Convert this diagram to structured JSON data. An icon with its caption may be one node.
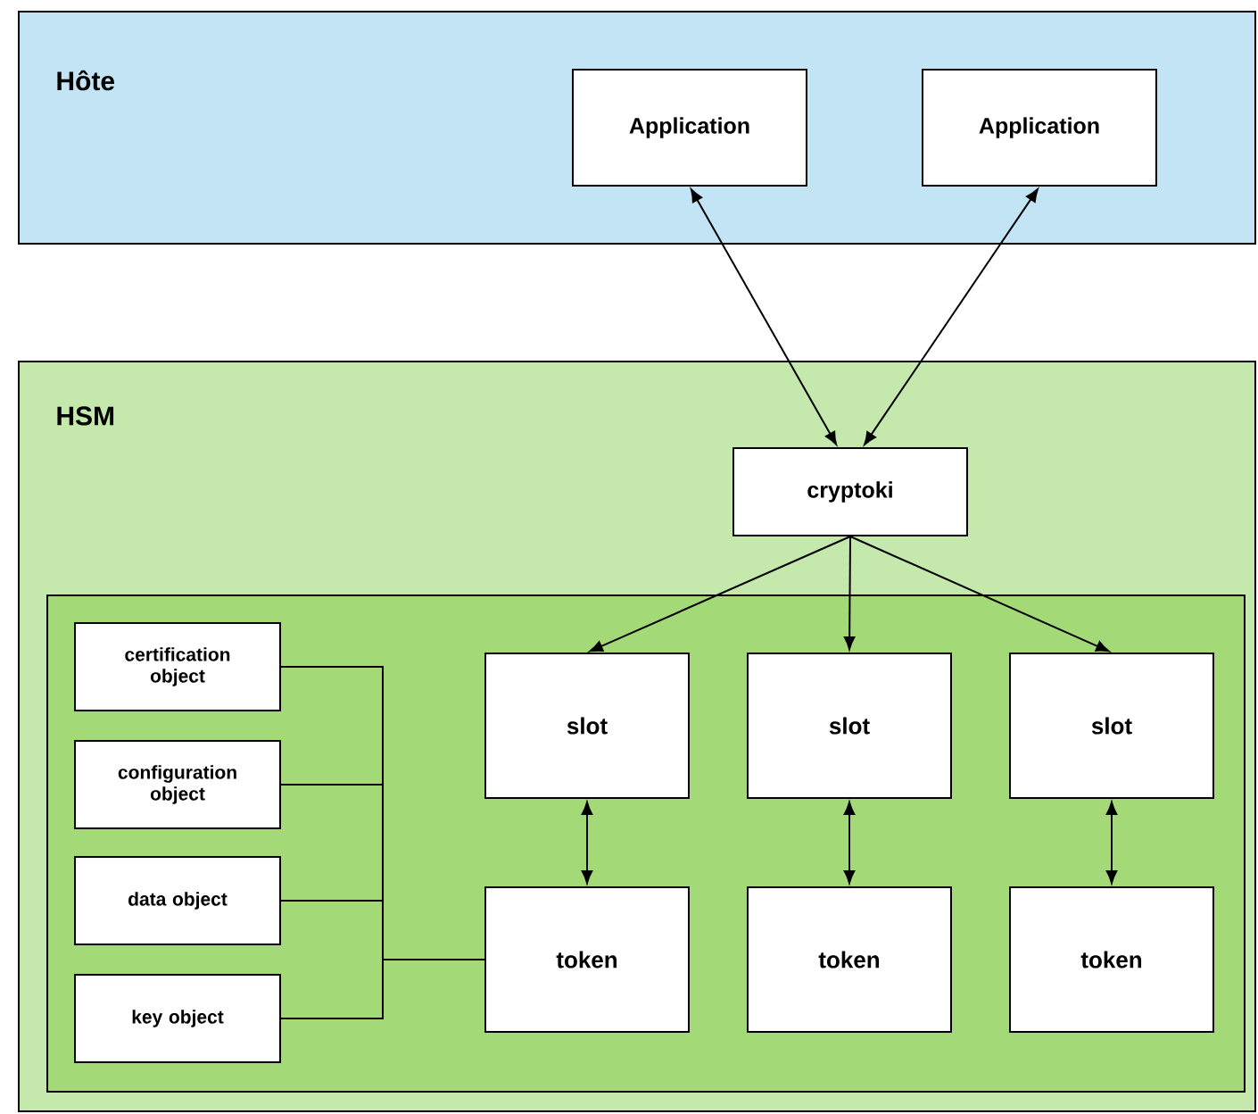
{
  "diagram": {
    "nodes": [
      {
        "text": [
          "Hôte"
        ]
      },
      {
        "text": [
          "Application"
        ],
        "in": 0
      },
      {
        "text": [
          "Application"
        ],
        "in": 0
      },
      {
        "text": [
          "HSM"
        ]
      },
      {
        "text": [
          "cryptoki"
        ],
        "in": 3
      },
      {
        "text": [],
        "shape": "box",
        "in": 3
      },
      {
        "text": [
          "certification object"
        ],
        "in": 5
      },
      {
        "text": [
          "configuration object"
        ],
        "in": 5
      },
      {
        "text": [
          "data object"
        ],
        "in": 5
      },
      {
        "text": [
          "key object"
        ],
        "in": 5
      },
      {
        "text": [
          "slot"
        ],
        "in": 5
      },
      {
        "text": [
          "slot"
        ],
        "in": 5
      },
      {
        "text": [
          "slot"
        ],
        "in": 5
      },
      {
        "text": [
          "token"
        ],
        "in": 5
      },
      {
        "text": [
          "token"
        ],
        "in": 5
      },
      {
        "text": [
          "token"
        ],
        "in": 5
      }
    ],
    "edges": [
      {
        "from": 1,
        "to": 4,
        "arrow": "both"
      },
      {
        "from": 2,
        "to": 4,
        "arrow": "both"
      },
      {
        "from": 4,
        "to": 10,
        "arrow": "to"
      },
      {
        "from": 4,
        "to": 11,
        "arrow": "to"
      },
      {
        "from": 4,
        "to": 12,
        "arrow": "to"
      },
      {
        "from": 10,
        "to": 13,
        "arrow": "both"
      },
      {
        "from": 11,
        "to": 14,
        "arrow": "both"
      },
      {
        "from": 12,
        "to": 15,
        "arrow": "both"
      },
      {
        "from": 6,
        "to": 13,
        "arrow": "none"
      },
      {
        "from": 7,
        "to": 13,
        "arrow": "none"
      },
      {
        "from": 8,
        "to": 13,
        "arrow": "none"
      },
      {
        "from": 9,
        "to": 13,
        "arrow": "none"
      }
    ]
  }
}
